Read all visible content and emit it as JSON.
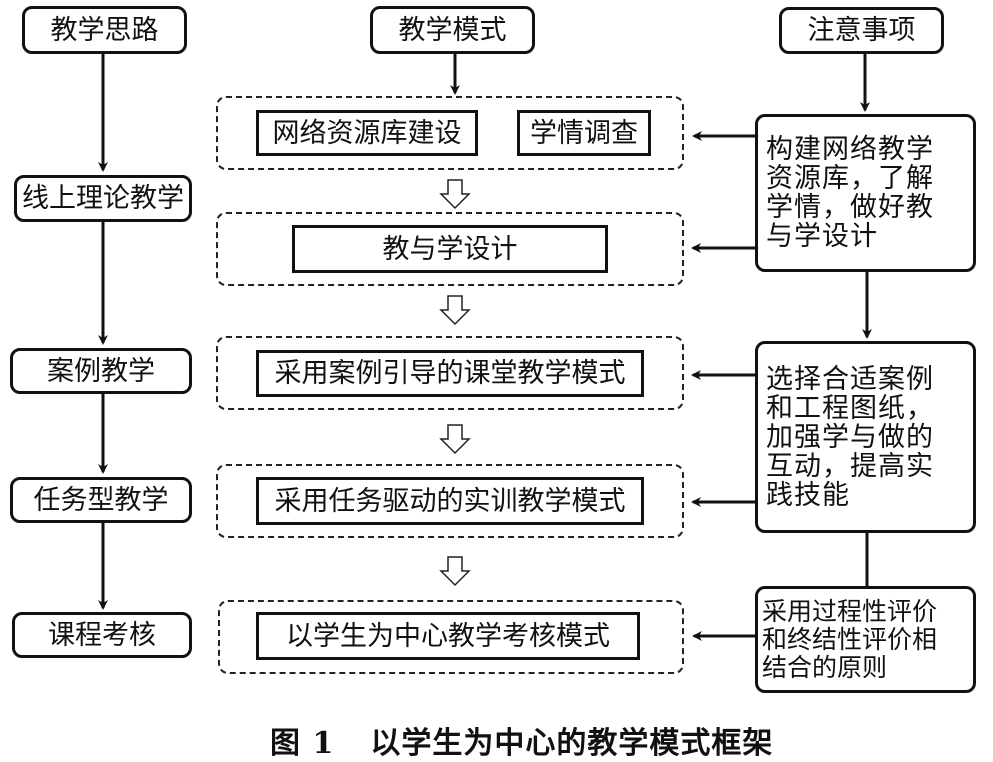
{
  "columns": {
    "left_header": "教学思路",
    "middle_header": "教学模式",
    "right_header": "注意事项"
  },
  "left_steps": [
    "线上理论教学",
    "案例教学",
    "任务型教学",
    "课程考核"
  ],
  "middle_groups": [
    {
      "items": [
        "网络资源库建设",
        "学情调查"
      ]
    },
    {
      "items": [
        "教与学设计"
      ]
    },
    {
      "items": [
        "采用案例引导的课堂教学模式"
      ]
    },
    {
      "items": [
        "采用任务驱动的实训教学模式"
      ]
    },
    {
      "items": [
        "以学生为中心教学考核模式"
      ]
    }
  ],
  "notes": [
    "构建网络教学\n资源库，了解\n学情，做好教\n与学设计",
    "选择合适案例\n和工程图纸，\n加强学与做的\n互动，提高实\n践技能",
    "采用过程性评价\n和终结性评价相\n结合的原则"
  ],
  "caption": {
    "label": "图 1",
    "title": "以学生为中心的教学模式框架"
  }
}
